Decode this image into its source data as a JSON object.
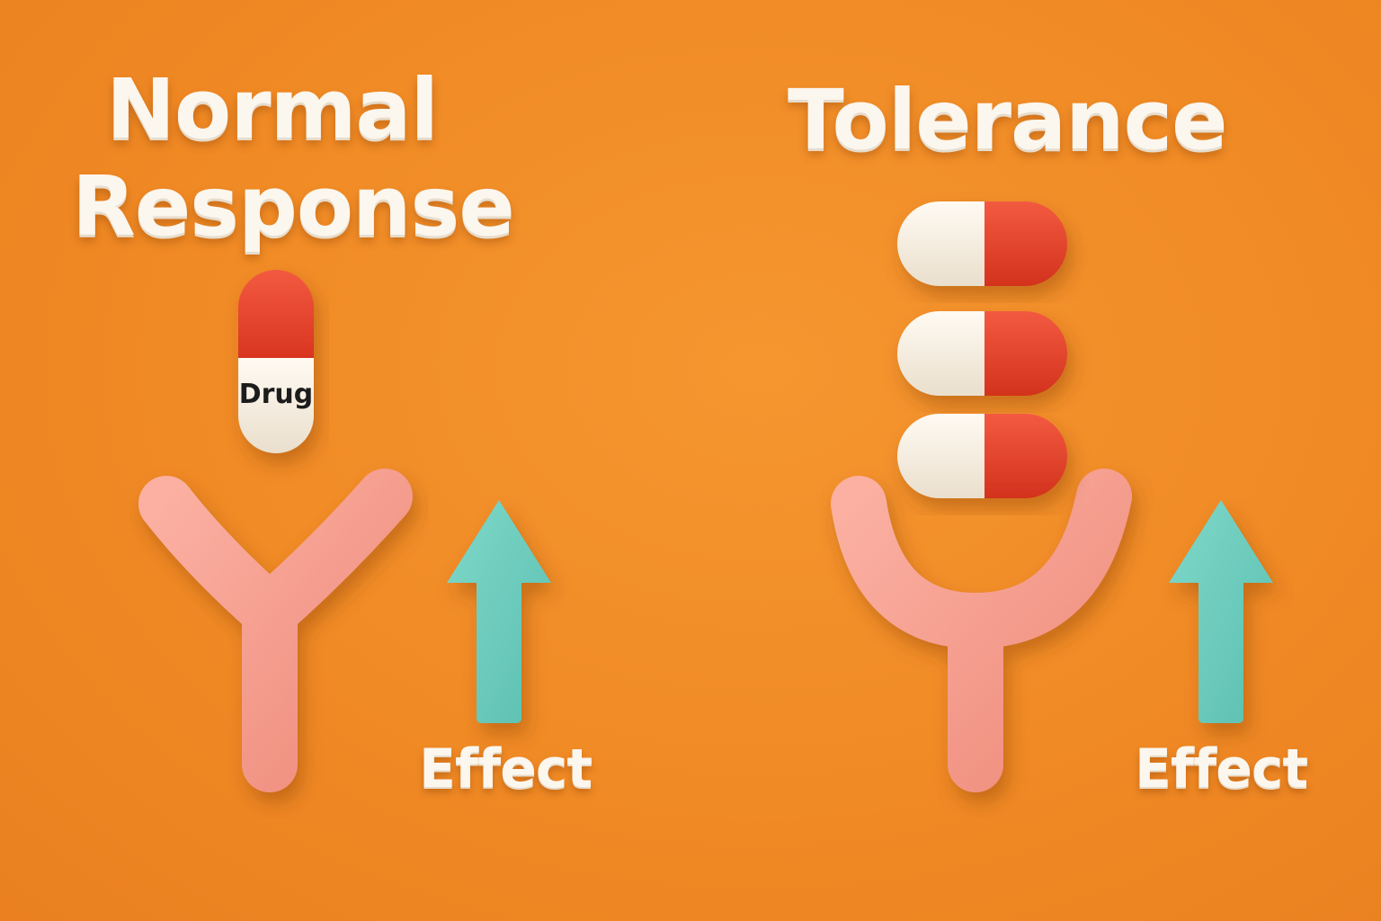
{
  "left_panel": {
    "title_line1": "Normal",
    "title_line2": "Response",
    "drug_label": "Drug",
    "effect_label": "Effect"
  },
  "right_panel": {
    "title": "Tolerance",
    "effect_label": "Effect"
  },
  "colors": {
    "background": "#f08a24",
    "title_text": "#fbf6ee",
    "receptor": "#f59a8a",
    "capsule_red": "#e8412c",
    "capsule_white": "#f7f0e4",
    "arrow": "#6ccdbe"
  }
}
